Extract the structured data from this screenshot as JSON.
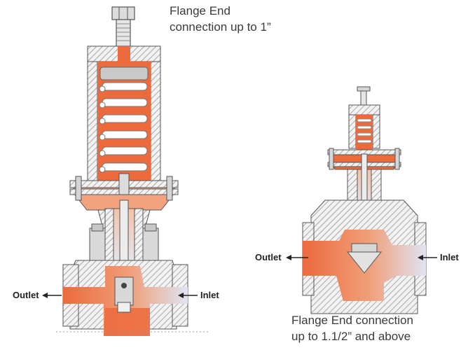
{
  "captions": {
    "left": [
      "Flange End",
      "connection up to 1”"
    ],
    "right": [
      "Flange End connection",
      "up to 1.1/2” and above"
    ]
  },
  "labels": {
    "left_outlet": "Outlet",
    "left_inlet": "Inlet",
    "right_outlet": "Outlet",
    "right_inlet": "Inlet"
  },
  "colors": {
    "orange": "#ec6a3c",
    "orange_light": "#f5ae8a",
    "hatch": "#8a8a8a",
    "metal": "#d6d6d6",
    "inlet_blue": "#dfe4f3",
    "text": "#3a3a3a"
  }
}
